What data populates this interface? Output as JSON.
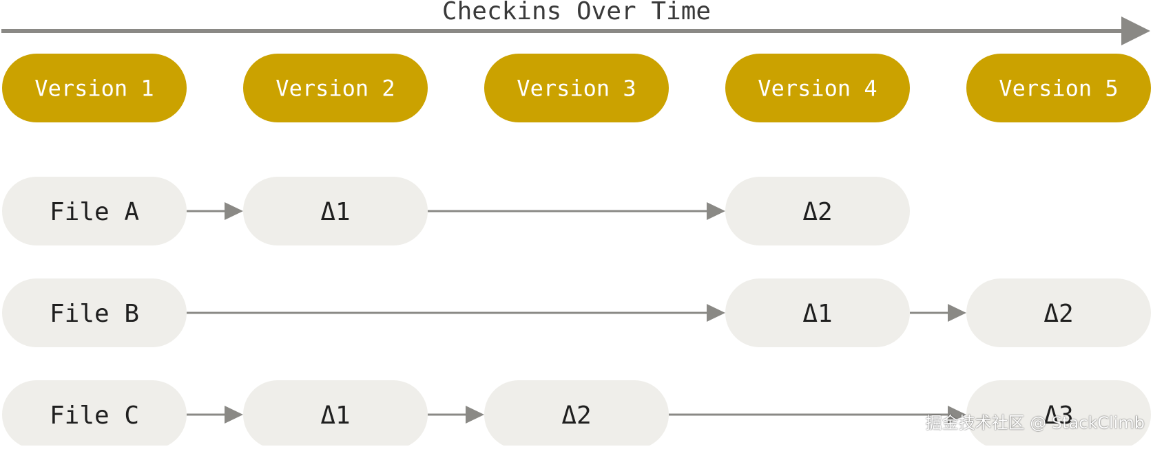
{
  "title": "Checkins Over Time",
  "colors": {
    "version_fill": "#cba200",
    "version_text": "#ffffff",
    "file_fill": "#efeeea",
    "file_text": "#1f1f1f",
    "arrow": "#8a8985",
    "title_text": "#3a3a3a"
  },
  "versions": [
    "Version 1",
    "Version 2",
    "Version 3",
    "Version 4",
    "Version 5"
  ],
  "files": [
    {
      "name": "File A",
      "cells": [
        {
          "version": 2,
          "label": "Δ1"
        },
        {
          "version": 4,
          "label": "Δ2"
        }
      ]
    },
    {
      "name": "File B",
      "cells": [
        {
          "version": 4,
          "label": "Δ1"
        },
        {
          "version": 5,
          "label": "Δ2"
        }
      ]
    },
    {
      "name": "File C",
      "cells": [
        {
          "version": 2,
          "label": "Δ1"
        },
        {
          "version": 3,
          "label": "Δ2"
        },
        {
          "version": 5,
          "label": "Δ3"
        }
      ]
    }
  ],
  "watermark": "掘金技术社区 @ StackClimb"
}
